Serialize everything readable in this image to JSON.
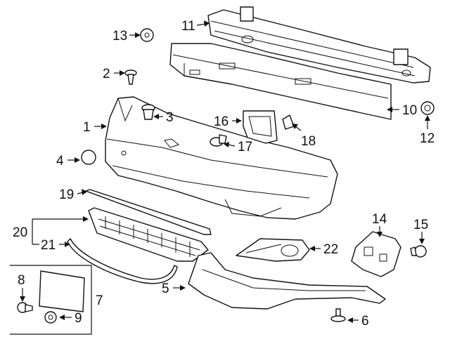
{
  "callouts": [
    {
      "number": "1"
    },
    {
      "number": "2"
    },
    {
      "number": "3"
    },
    {
      "number": "4"
    },
    {
      "number": "5"
    },
    {
      "number": "6"
    },
    {
      "number": "7"
    },
    {
      "number": "8"
    },
    {
      "number": "9"
    },
    {
      "number": "10"
    },
    {
      "number": "11"
    },
    {
      "number": "12"
    },
    {
      "number": "13"
    },
    {
      "number": "14"
    },
    {
      "number": "15"
    },
    {
      "number": "16"
    },
    {
      "number": "17"
    },
    {
      "number": "18"
    },
    {
      "number": "19"
    },
    {
      "number": "20"
    },
    {
      "number": "21"
    },
    {
      "number": "22"
    }
  ]
}
